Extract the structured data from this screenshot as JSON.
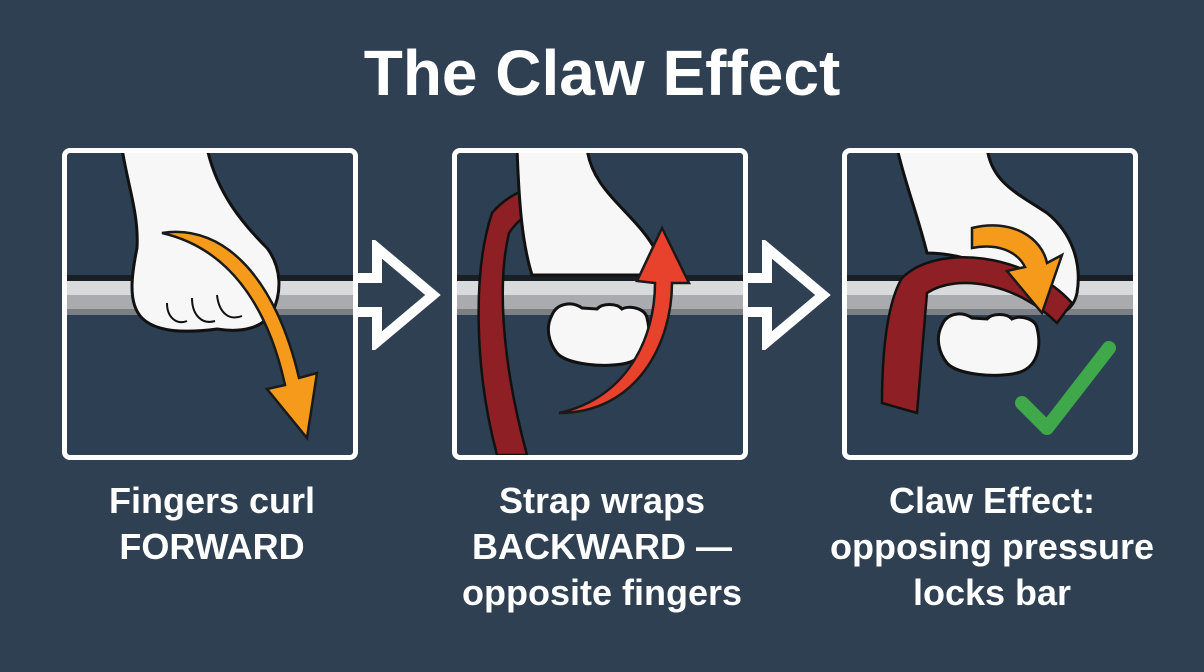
{
  "title": "The Claw Effect",
  "panels": [
    {
      "id": "fingers-curl",
      "caption_lines": [
        "Fingers curl",
        "FORWARD"
      ],
      "arrow_color": "#f59a1b",
      "arrow_direction": "curved-down"
    },
    {
      "id": "strap-wraps",
      "caption_lines": [
        "Strap wraps",
        "BACKWARD —",
        "opposite fingers"
      ],
      "arrow_color": "#e8412c",
      "strap_color": "#8e1f24",
      "arrow_direction": "curved-up"
    },
    {
      "id": "claw-effect",
      "caption_lines": [
        "Claw Effect:",
        "opposing pressure",
        "locks bar"
      ],
      "arrow_color": "#f59a1b",
      "strap_color": "#8e1f24",
      "check_color": "#3ea84a"
    }
  ],
  "colors": {
    "background": "#2f4052",
    "panel_border": "#ffffff",
    "bar_light": "#d9dadc",
    "bar_mid": "#a9abae",
    "bar_dark": "#7c7f83"
  }
}
